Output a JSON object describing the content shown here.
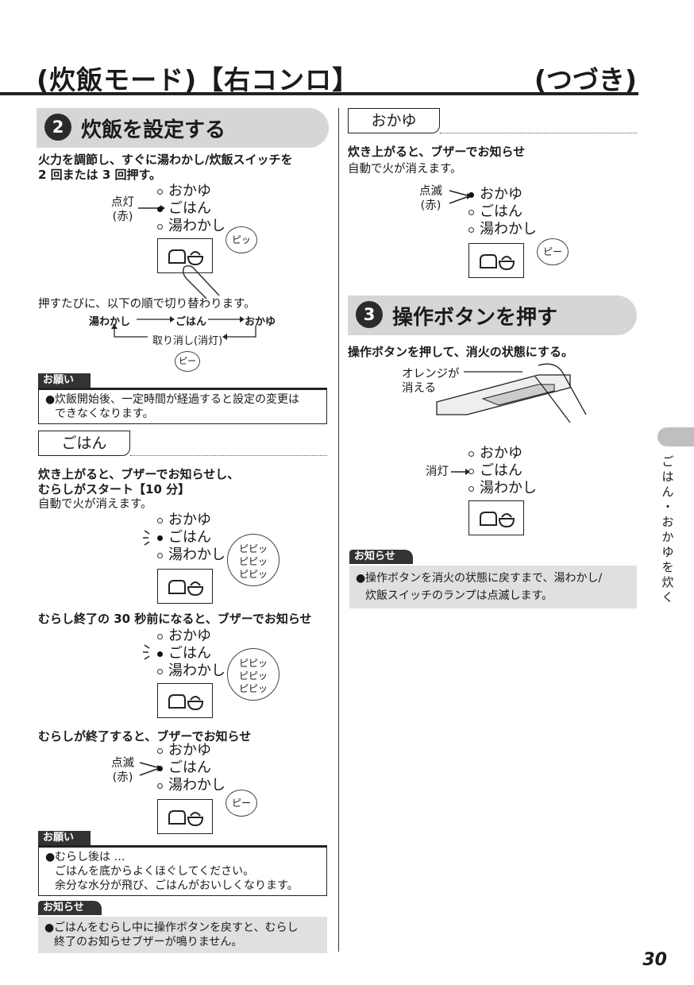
{
  "header": {
    "title_left": "(炊飯モード)【右コンロ】",
    "title_right": "(つづき)"
  },
  "step2": {
    "number": "2",
    "title": "炊飯を設定する",
    "instruction_line1": "火力を調節し、すぐに湯わかし/炊飯スイッチを",
    "instruction_line2": "2 回または 3 回押す。",
    "lamp_indicator_label_line1": "点灯",
    "lamp_indicator_label_line2": "(赤)",
    "lamp_items": [
      "おかゆ",
      "ごはん",
      "湯わかし"
    ],
    "bubble_sound": "ピッ",
    "cycle_text": "押すたびに、以下の順で切り替わります。",
    "cycle_order": [
      "湯わかし",
      "ごはん",
      "おかゆ"
    ],
    "cycle_cancel": "取り消し(消灯)",
    "cycle_bubble": "ピー"
  },
  "request1": {
    "label": "お願い",
    "text_line1": "炊飯開始後、一定時間が経過すると設定の変更は",
    "text_line2": "できなくなります。"
  },
  "gohan": {
    "tag": "ごはん",
    "line1": "炊き上がると、ブザーでお知らせし、",
    "line2": "むらしがスタート【10 分】",
    "line3": "自動で火が消えます。",
    "bubble_lines": [
      "ピピッ",
      "ピピッ",
      "ピピッ"
    ],
    "finish30_text": "むらし終了の 30 秒前になると、ブザーでお知らせ",
    "finish_text": "むらしが終了すると、ブザーでお知らせ",
    "blink_label_line1": "点滅",
    "blink_label_line2": "(赤)",
    "finish_bubble": "ピー"
  },
  "request2": {
    "label": "お願い",
    "line1": "むらし後は …",
    "line2": "ごはんを底からよくほぐしてください。",
    "line3": "余分な水分が飛び、ごはんがおいしくなります。"
  },
  "notice1": {
    "label": "お知らせ",
    "line1": "ごはんをむらし中に操作ボタンを戻すと、むらし",
    "line2": "終了のお知らせブザーが鳴りません。"
  },
  "okayu": {
    "tag": "おかゆ",
    "line1": "炊き上がると、ブザーでお知らせ",
    "line2": "自動で火が消えます。",
    "blink_label_line1": "点滅",
    "blink_label_line2": "(赤)",
    "bubble": "ピー"
  },
  "step3": {
    "number": "3",
    "title": "操作ボタンを押す",
    "instruction": "操作ボタンを押して、消火の状態にする。",
    "orange_label_line1": "オレンジが",
    "orange_label_line2": "消える",
    "off_label": "消灯"
  },
  "notice2": {
    "label": "お知らせ",
    "line1": "操作ボタンを消火の状態に戻すまで、湯わかし/",
    "line2": "炊飯スイッチのランプは点滅します。"
  },
  "side_tab": {
    "text": "ごはん・おかゆを炊く"
  },
  "page_number": "30"
}
